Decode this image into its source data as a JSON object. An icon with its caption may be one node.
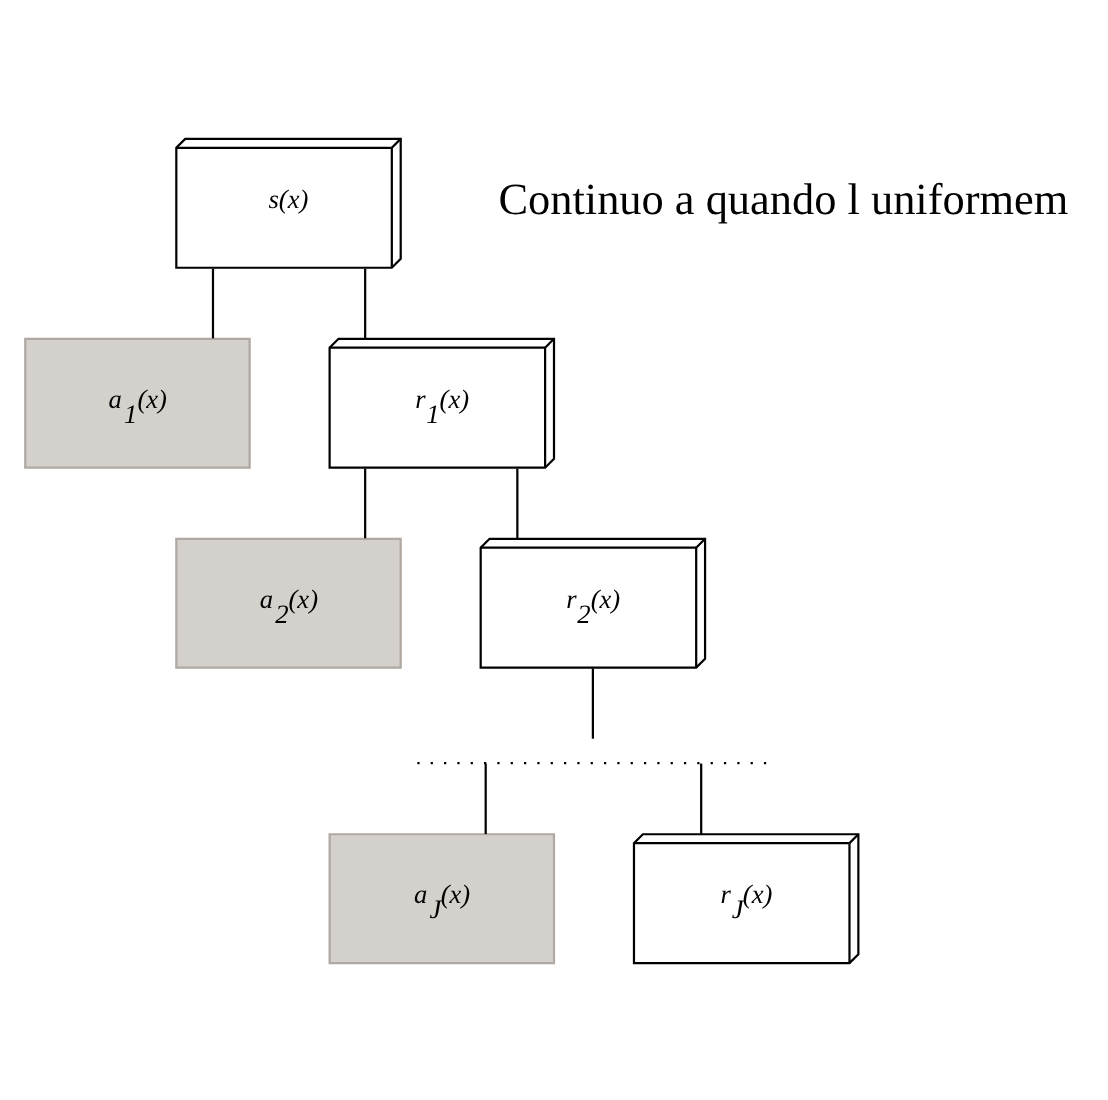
{
  "diagram": {
    "nodes": [
      {
        "text": [
          "s(x)"
        ]
      },
      {
        "text": [
          "a$_{1}$(x)"
        ]
      },
      {
        "text": [
          "r$_{1}$(x)"
        ]
      },
      {
        "text": [
          "a$_{2}$(x)"
        ]
      },
      {
        "text": [
          "r$_{2}$(x)"
        ]
      },
      {
        "text": [],
        "shape": "wave"
      },
      {
        "text": [
          "a$_{J}$(x)"
        ]
      },
      {
        "text": [
          "r$_{J}$(x)"
        ]
      }
    ],
    "edges": [
      {
        "from": 0,
        "to": 1,
        "arrow": "none"
      },
      {
        "from": 0,
        "to": 2,
        "arrow": "none"
      },
      {
        "from": 2,
        "to": 3,
        "arrow": "none"
      },
      {
        "from": 2,
        "to": 4,
        "arrow": "none"
      },
      {
        "from": 4,
        "to": 5,
        "arrow": "none"
      },
      {
        "from": 5,
        "to": 6,
        "arrow": "none"
      },
      {
        "from": 5,
        "to": 7,
        "arrow": "none"
      }
    ],
    "labels": [
      "Continuo a quando l uniformem"
    ]
  }
}
